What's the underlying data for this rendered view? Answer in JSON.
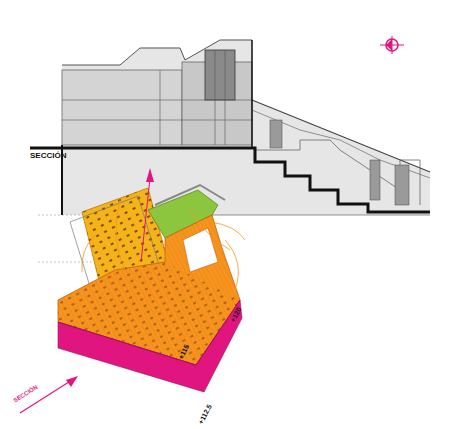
{
  "diagram": {
    "labels": [
      "SECCIÓN",
      "+120",
      "+115",
      "+112.5",
      "SECCIÓN"
    ]
  }
}
